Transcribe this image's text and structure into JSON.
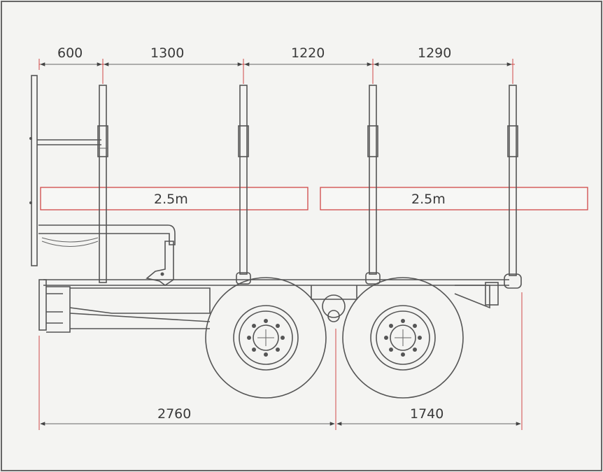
{
  "diagram": {
    "top_dimensions": [
      "600",
      "1300",
      "1220",
      "1290"
    ],
    "bottom_dimensions": [
      "2760",
      "1740"
    ],
    "log_labels": [
      "2.5m",
      "2.5m"
    ],
    "colors": {
      "dimension_line": "#d04848",
      "outline": "#555555",
      "background": "#f4f4f2"
    }
  }
}
